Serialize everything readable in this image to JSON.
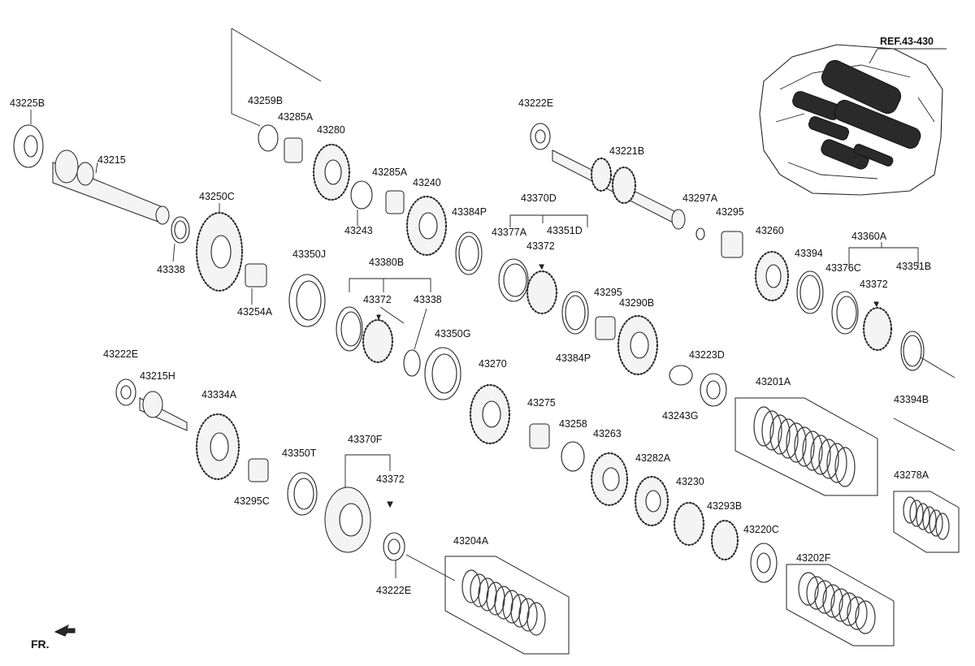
{
  "labels": {
    "p43225B": "43225B",
    "p43215": "43215",
    "p43259B": "43259B",
    "p43285A_1": "43285A",
    "p43280": "43280",
    "p43285A_2": "43285A",
    "p43240": "43240",
    "p43243": "43243",
    "p43250C": "43250C",
    "p43338_1": "43338",
    "p43254A": "43254A",
    "p43350J": "43350J",
    "p43380B": "43380B",
    "p43372_1": "43372",
    "p43338_2": "43338",
    "p43350G": "43350G",
    "p43384P_1": "43384P",
    "p43370D": "43370D",
    "p43377A": "43377A",
    "p43372_2": "43372",
    "p43351D": "43351D",
    "p43295_1": "43295",
    "p43290B": "43290B",
    "p43384P_2": "43384P",
    "p43222E_1": "43222E",
    "p43221B": "43221B",
    "p43297A": "43297A",
    "p43295_2": "43295",
    "p43260": "43260",
    "p43394": "43394",
    "p43360A": "43360A",
    "p43376C": "43376C",
    "p43351B": "43351B",
    "p43372_3": "43372",
    "p43394B": "43394B",
    "p43223D": "43223D",
    "p43243G": "43243G",
    "p43201A": "43201A",
    "p43270": "43270",
    "p43275": "43275",
    "p43258": "43258",
    "p43263": "43263",
    "p43282A": "43282A",
    "p43230": "43230",
    "p43293B": "43293B",
    "p43220C": "43220C",
    "p43202F": "43202F",
    "p43278A": "43278A",
    "p43222E_2": "43222E",
    "p43215H": "43215H",
    "p43334A": "43334A",
    "p43295C": "43295C",
    "p43350T": "43350T",
    "p43370F": "43370F",
    "p43372_4": "43372",
    "p43222E_3": "43222E",
    "p43204A": "43204A"
  },
  "reference": "REF.43-430",
  "front_marker": "FR."
}
